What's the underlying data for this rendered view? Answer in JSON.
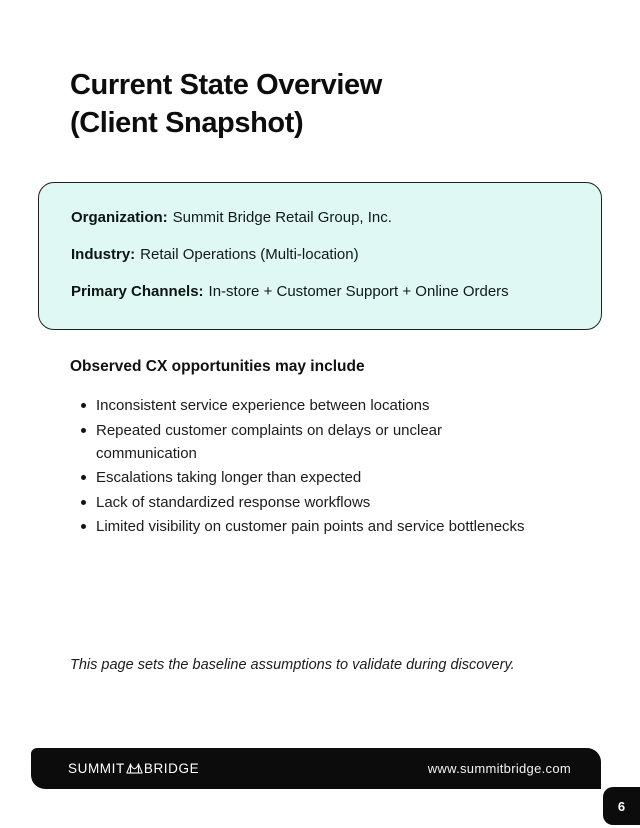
{
  "page": {
    "title_line1": "Current State Overview",
    "title_line2": "(Client Snapshot)"
  },
  "snapshot_box": {
    "fields": [
      {
        "label": "Organization:",
        "value": "Summit Bridge Retail Group, Inc."
      },
      {
        "label": "Industry:",
        "value": "Retail Operations (Multi-location)"
      },
      {
        "label": "Primary Channels:",
        "value": "In-store + Customer Support + Online Orders"
      }
    ]
  },
  "opportunities": {
    "heading": "Observed CX opportunities may include",
    "items": [
      "Inconsistent service experience between locations",
      "Repeated customer complaints on delays or unclear communication",
      "Escalations taking longer than expected",
      "Lack of standardized response workflows",
      "Limited visibility on customer pain points and service bottlenecks"
    ]
  },
  "note": "This page sets the baseline assumptions to validate during discovery.",
  "footer": {
    "brand_left": "SUMMIT",
    "brand_right": "BRIDGE",
    "bridge_icon": "bridge-icon",
    "website": "www.summitbridge.com",
    "page_number": "6"
  },
  "colors": {
    "card_bg": "#DFF8F3",
    "card_border": "#1A2423",
    "footer_bg": "#0C0C0C",
    "badge_bg": "#0C0C0C",
    "text": "#161616",
    "page_bg": "#FFFFFF"
  }
}
